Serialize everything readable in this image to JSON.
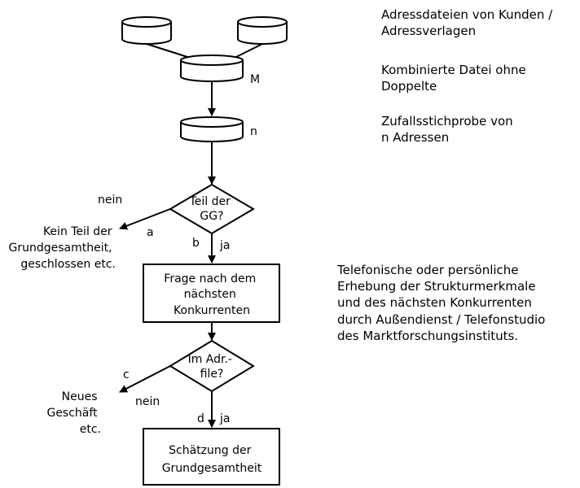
{
  "labels": {
    "M": "M",
    "n": "n",
    "decision1": [
      "Teil der",
      "GG?"
    ],
    "decision2": [
      "Im Adr.-",
      "file?"
    ],
    "nein1": "nein",
    "a": "a",
    "b": "b",
    "ja1": "ja",
    "kein_teil": [
      "Kein Teil der",
      "Grundgesamtheit,",
      "geschlossen etc."
    ],
    "process1": [
      "Frage nach dem",
      "nächsten",
      "Konkurrenten"
    ],
    "c": "c",
    "nein2": "nein",
    "d": "d",
    "ja2": "ja",
    "neues": [
      "Neues",
      "Geschäft",
      "etc."
    ],
    "process2": [
      "Schätzung der",
      "Grundgesamtheit"
    ]
  },
  "notes": {
    "adress": [
      "Adressdateien von Kunden /",
      "Adressverlagen"
    ],
    "kombiniert": [
      "Kombinierte Datei ohne",
      "Doppelte"
    ],
    "zufall": [
      "Zufallsstichprobe von",
      "n Adressen"
    ],
    "telefon": [
      "Telefonische oder persönliche",
      "Erhebung der Strukturmerkmale",
      "und des nächsten Konkurrenten",
      "durch Außendienst / Telefonstudio",
      "des Marktforschungsinstituts."
    ]
  }
}
